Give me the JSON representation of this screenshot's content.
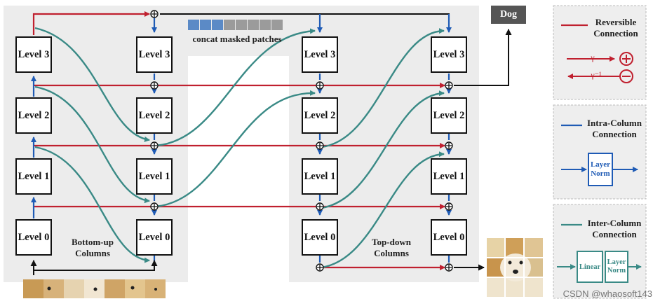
{
  "levels": {
    "level3": "Level 3",
    "level2": "Level 2",
    "level1": "Level 1",
    "level0": "Level 0"
  },
  "labels": {
    "concat_masked_patches": "concat masked patches",
    "bottom_up_columns": "Bottom-up\nColumns",
    "top_down_columns": "Top-down\nColumns",
    "output_class": "Dog",
    "watermark": "CSDN @whaosoft143"
  },
  "legend": {
    "reversible": {
      "title": "Reversible\nConnection",
      "gamma": "γ",
      "gamma_inv": "γ⁻¹"
    },
    "intra_column": {
      "title": "Intra-Column\nConnection",
      "box": "Layer\nNorm"
    },
    "inter_column": {
      "title": "Inter-Column\nConnection",
      "box_linear": "Linear",
      "box_norm": "Layer\nNorm"
    }
  },
  "colors": {
    "reversible": "#c0202f",
    "intra_column": "#1f5bb5",
    "inter_column": "#3a8a86",
    "panel_bg": "#ececec",
    "output_bg": "#555555"
  },
  "icons": {
    "sum_node": "circle-plus-icon",
    "subtract_node": "circle-minus-icon",
    "input_image": "dog-image",
    "masked_patch": "masked-patch-icon"
  }
}
